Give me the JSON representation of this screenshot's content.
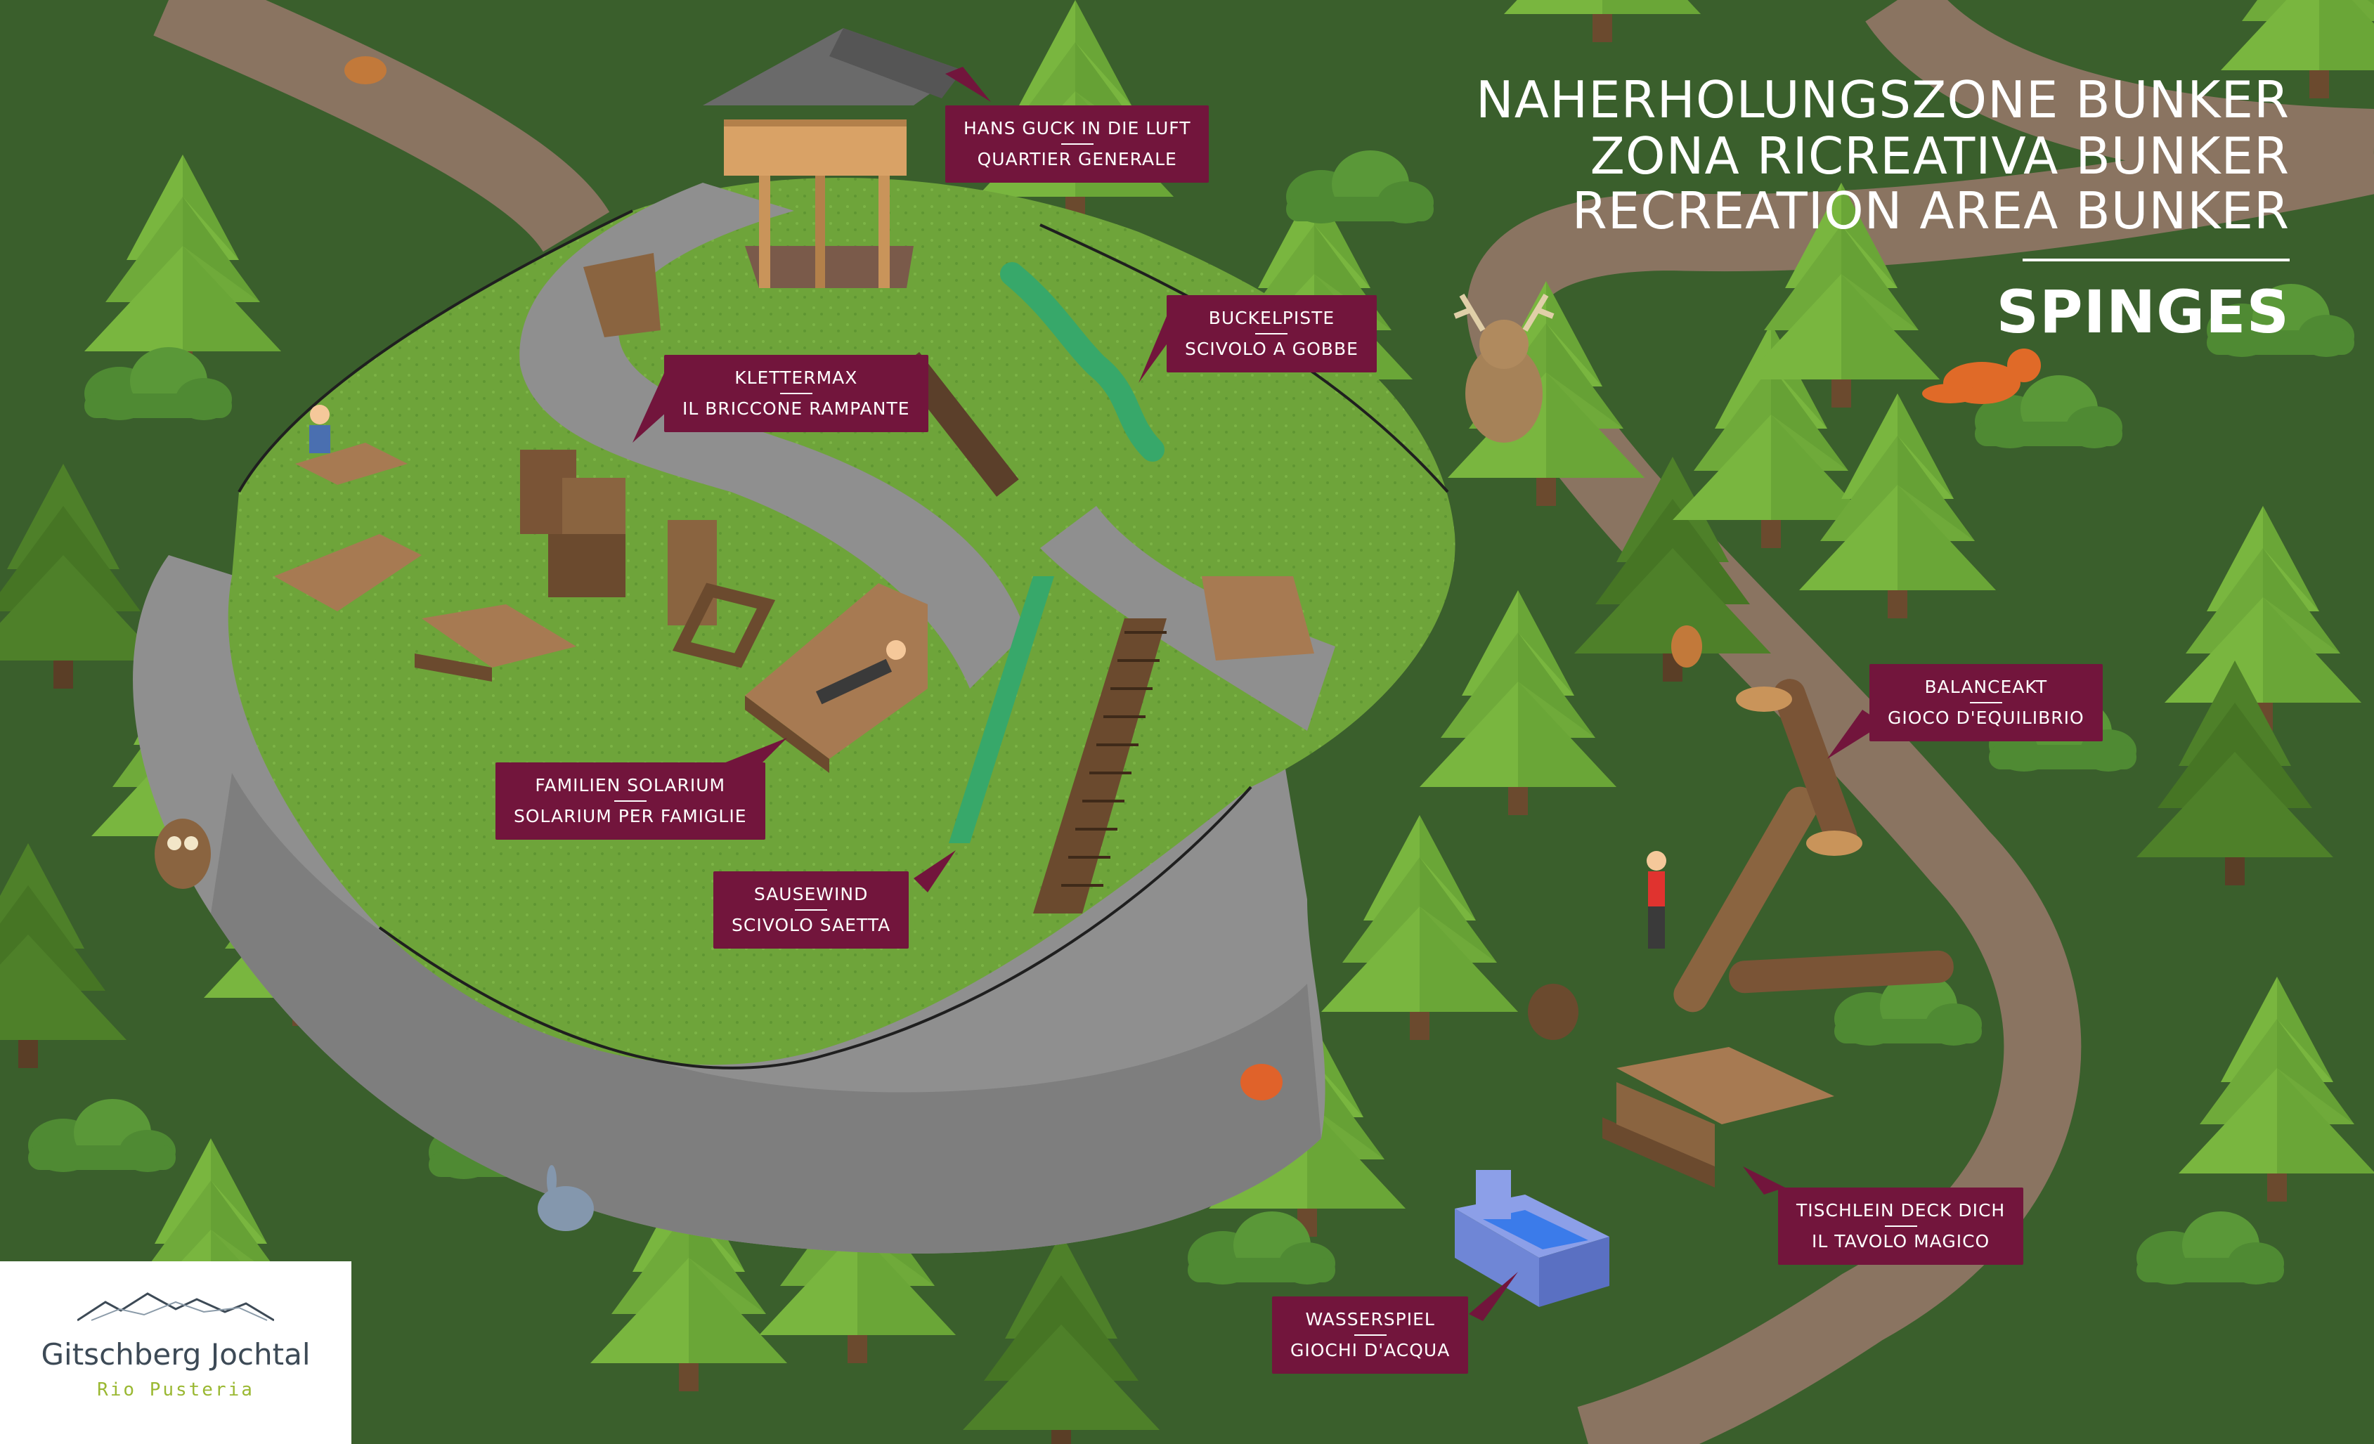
{
  "title": {
    "line_de": "NAHERHOLUNGSZONE BUNKER",
    "line_it": "ZONA RICREATIVA BUNKER",
    "line_en": "RECREATION AREA BUNKER",
    "place": "SPINGES"
  },
  "callouts": [
    {
      "id": "hans-guck-in-die-luft",
      "de": "HANS GUCK IN DIE LUFT",
      "it": "QUARTIER GENERALE"
    },
    {
      "id": "buckelpiste",
      "de": "BUCKELPISTE",
      "it": "SCIVOLO A GOBBE"
    },
    {
      "id": "klettermax",
      "de": "KLETTERMAX",
      "it": "IL BRICCONE RAMPANTE"
    },
    {
      "id": "balanceakt",
      "de": "BALANCEAKT",
      "it": "GIOCO D'EQUILIBRIO"
    },
    {
      "id": "familien-solarium",
      "de": "FAMILIEN SOLARIUM",
      "it": "SOLARIUM PER FAMIGLIE"
    },
    {
      "id": "sausewind",
      "de": "SAUSEWIND",
      "it": "SCIVOLO SAETTA"
    },
    {
      "id": "tischlein-deck-dich",
      "de": "TISCHLEIN DECK DICH",
      "it": "IL TAVOLO MAGICO"
    },
    {
      "id": "wasserspiel",
      "de": "WASSERSPIEL",
      "it": "GIOCHI D'ACQUA"
    }
  ],
  "logo": {
    "name": "Gitschberg Jochtal",
    "subtitle": "Rio Pusteria"
  },
  "colors": {
    "forest_ground": "#3a5f2c",
    "tree_light": "#74b03c",
    "tree_dark": "#4e7f2a",
    "path": "#8a7461",
    "rock": "#8f8f8f",
    "meadow": "#6ea43a",
    "wood": "#8a6440",
    "callout_bg": "#72153c",
    "slide": "#37a86a",
    "water": "#4a8fe0"
  },
  "map_features": {
    "animals": [
      "robin",
      "deer",
      "fox",
      "owl",
      "squirrel",
      "hare",
      "robin"
    ],
    "play_items": [
      "lookout-tower",
      "hump-slide",
      "climbing-structure",
      "sun-lounger",
      "straight-slide",
      "stairway",
      "balance-logs",
      "picnic-table",
      "water-trough"
    ]
  }
}
